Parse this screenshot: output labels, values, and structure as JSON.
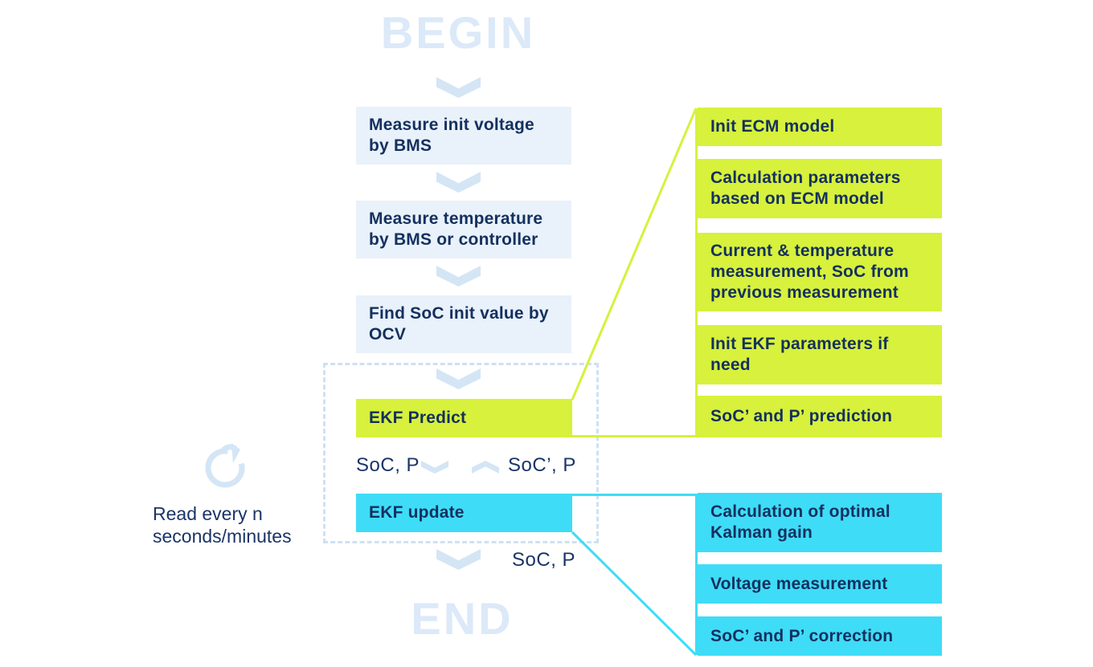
{
  "begin": {
    "label": "BEGIN"
  },
  "end": {
    "label": "END"
  },
  "flow": {
    "steps": [
      "Measure init voltage by BMS",
      "Measure temperature by BMS or controller",
      "Find SoC init value by OCV"
    ],
    "predict": "EKF Predict",
    "update": "EKF update",
    "state_in": "SoC, P",
    "state_pred": "SoC’, P",
    "state_out": "SoC, P"
  },
  "loop_note": "Read every n seconds/minutes",
  "predict_details": [
    "Init ECM model",
    "Calculation parameters based on ECM model",
    "Current & temperature measurement, SoC from previous measurement",
    "Init EKF parameters if need",
    "SoC’ and P’ prediction"
  ],
  "update_details": [
    "Calculation of optimal Kalman gain",
    "Voltage measurement",
    "SoC’ and P’ correction"
  ],
  "colors": {
    "navy_text": "#14305f",
    "process_blue": "#e9f1fa",
    "pale_blue": "#d4e5f5",
    "title_blue": "#dbe9f8",
    "lime": "#d7f13c",
    "cyan": "#3fdcf7",
    "dashed_border": "#cfe1f3"
  }
}
